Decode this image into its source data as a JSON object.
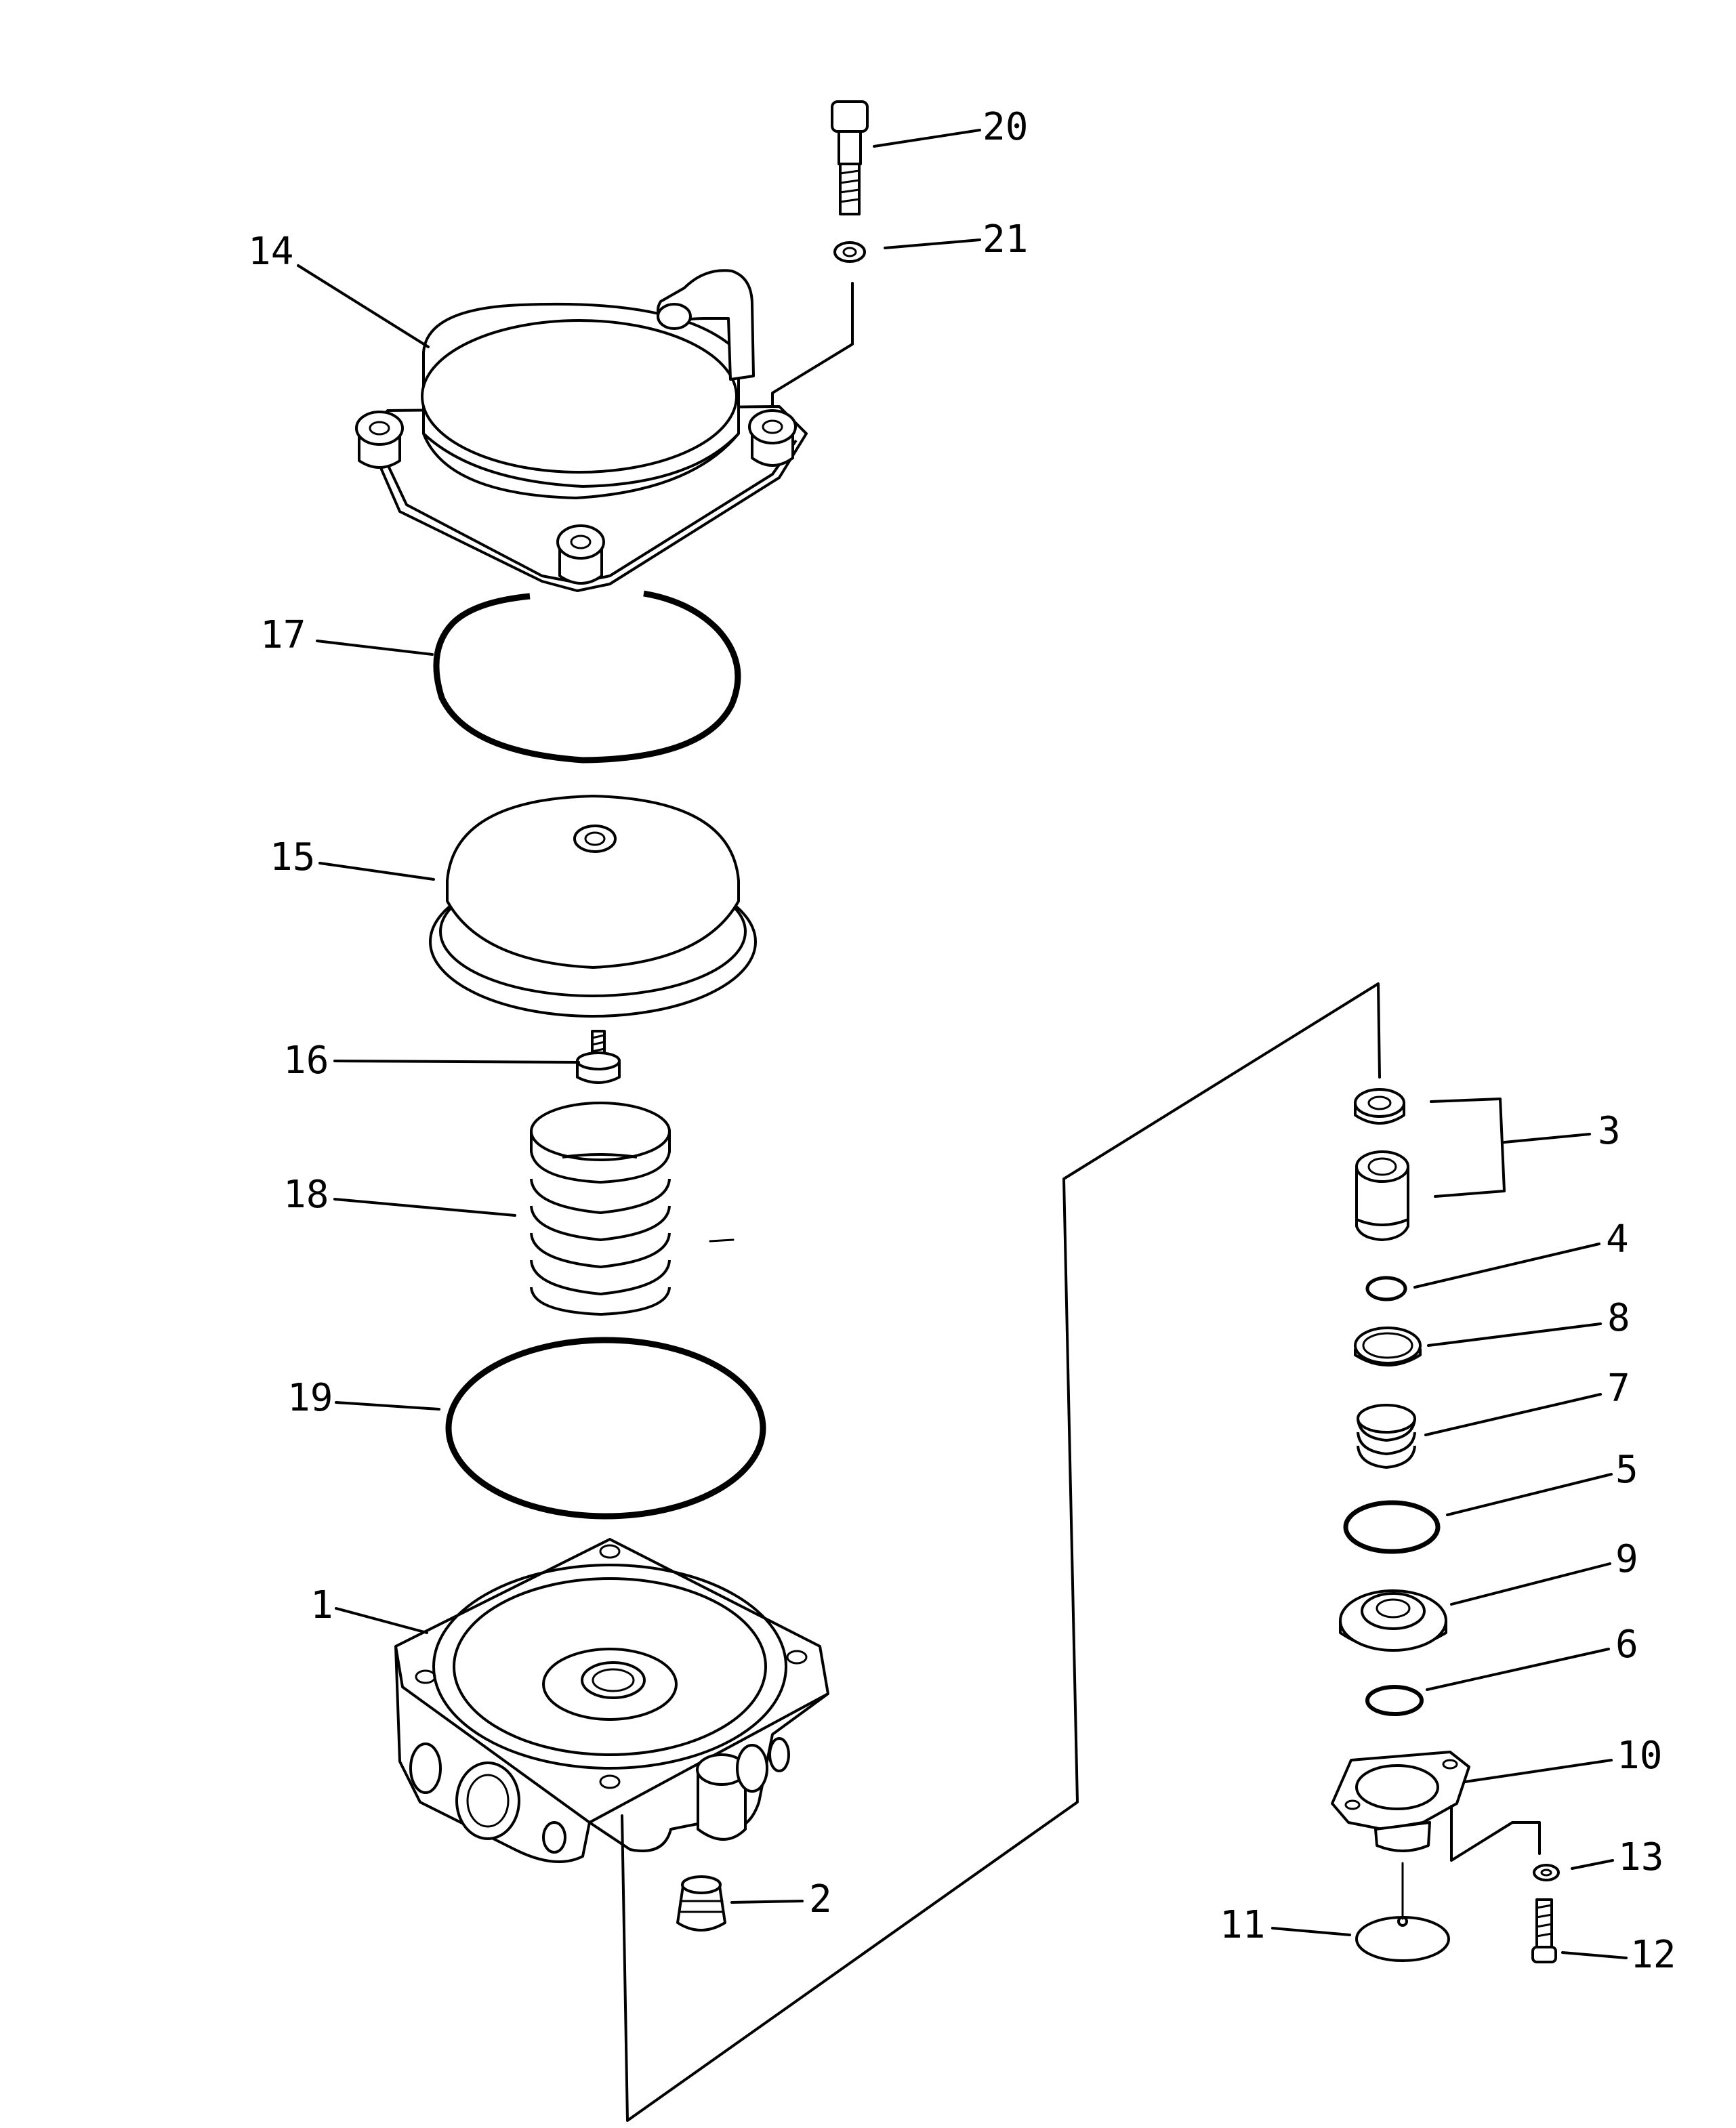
{
  "callouts": [
    {
      "id": "1",
      "text": "1"
    },
    {
      "id": "2",
      "text": "2"
    },
    {
      "id": "3",
      "text": "3"
    },
    {
      "id": "4",
      "text": "4"
    },
    {
      "id": "5",
      "text": "5"
    },
    {
      "id": "6",
      "text": "6"
    },
    {
      "id": "7",
      "text": "7"
    },
    {
      "id": "8",
      "text": "8"
    },
    {
      "id": "9",
      "text": "9"
    },
    {
      "id": "10",
      "text": "10"
    },
    {
      "id": "11",
      "text": "11"
    },
    {
      "id": "12",
      "text": "12"
    },
    {
      "id": "13",
      "text": "13"
    },
    {
      "id": "14",
      "text": "14"
    },
    {
      "id": "15",
      "text": "15"
    },
    {
      "id": "16",
      "text": "16"
    },
    {
      "id": "17",
      "text": "17"
    },
    {
      "id": "18",
      "text": "18"
    },
    {
      "id": "19",
      "text": "19"
    },
    {
      "id": "20",
      "text": "20"
    },
    {
      "id": "21",
      "text": "21"
    }
  ],
  "colors": {
    "ink": "#000000",
    "paper": "#ffffff"
  }
}
